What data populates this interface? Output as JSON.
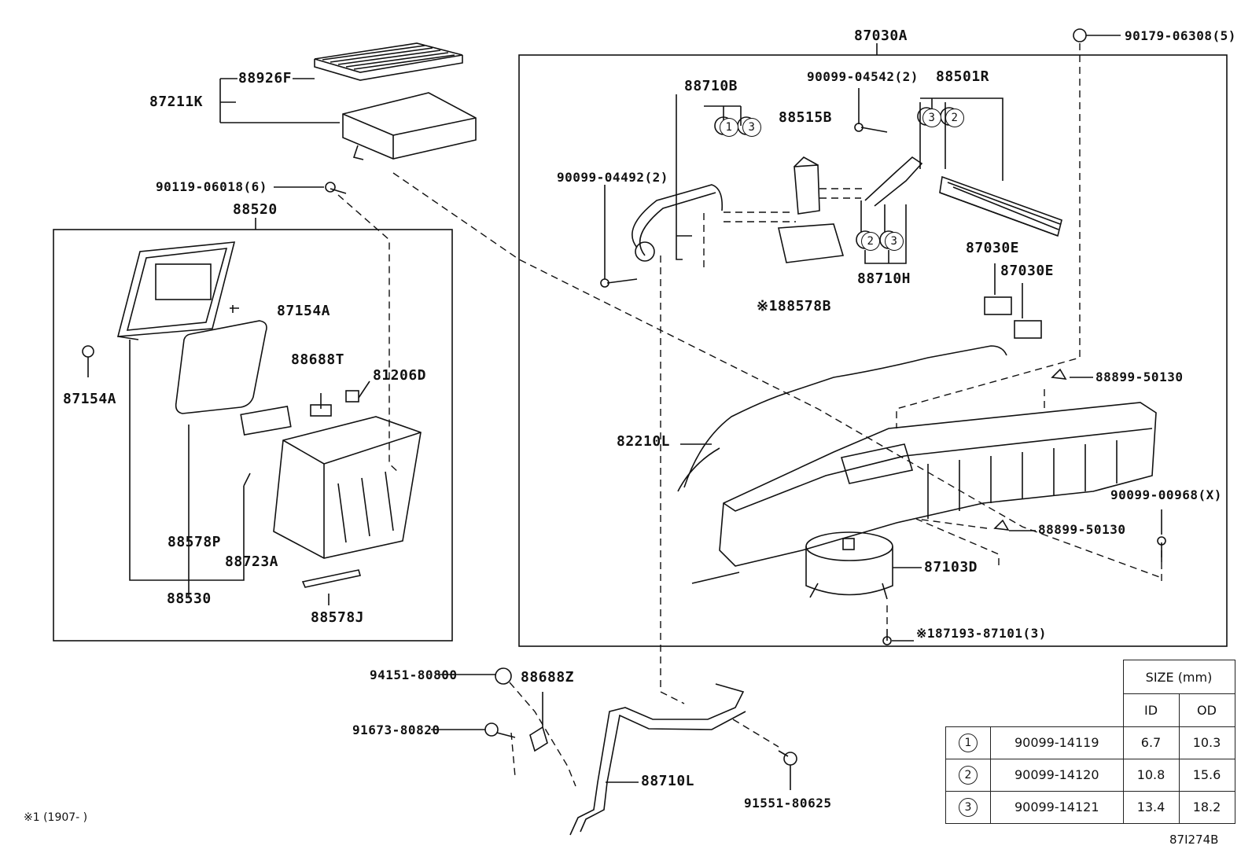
{
  "labels": {
    "p87211K": "87211K",
    "p88926F": "88926F",
    "p90119": "90119-06018(6)",
    "p88520": "88520",
    "p87154A_top": "87154A",
    "p87154A_left": "87154A",
    "p88688T": "88688T",
    "p81206D": "81206D",
    "p88578P": "88578P",
    "p88723A": "88723A",
    "p88530": "88530",
    "p88578J": "88578J",
    "p87030A": "87030A",
    "p90179": "90179-06308(5)",
    "p88710B": "88710B",
    "p90099_04542": "90099-04542(2)",
    "p88501R": "88501R",
    "p88515B": "88515B",
    "p90099_04492": "90099-04492(2)",
    "p88710H": "88710H",
    "p88578B": "※188578B",
    "p87030E_1": "87030E",
    "p87030E_2": "87030E",
    "p88899_a": "88899-50130",
    "p82210L": "82210L",
    "p90099_00968": "90099-00968(X)",
    "p88899_b": "88899-50130",
    "p87103D": "87103D",
    "p87193": "※187193-87101(3)",
    "p94151": "94151-80800",
    "p88688Z": "88688Z",
    "p91673": "91673-80820",
    "p88710L": "88710L",
    "p91551": "91551-80625"
  },
  "callouts": {
    "c1": "1",
    "c2": "2",
    "c3": "3"
  },
  "size_table": {
    "title": "SIZE (mm)",
    "col_id": "ID",
    "col_od": "OD",
    "rows": [
      {
        "ref": "1",
        "part": "90099-14119",
        "id": "6.7",
        "od": "10.3"
      },
      {
        "ref": "2",
        "part": "90099-14120",
        "id": "10.8",
        "od": "15.6"
      },
      {
        "ref": "3",
        "part": "90099-14121",
        "id": "13.4",
        "od": "18.2"
      }
    ]
  },
  "footnote": "※1 (1907-     )",
  "diagram_id": "87I274B"
}
